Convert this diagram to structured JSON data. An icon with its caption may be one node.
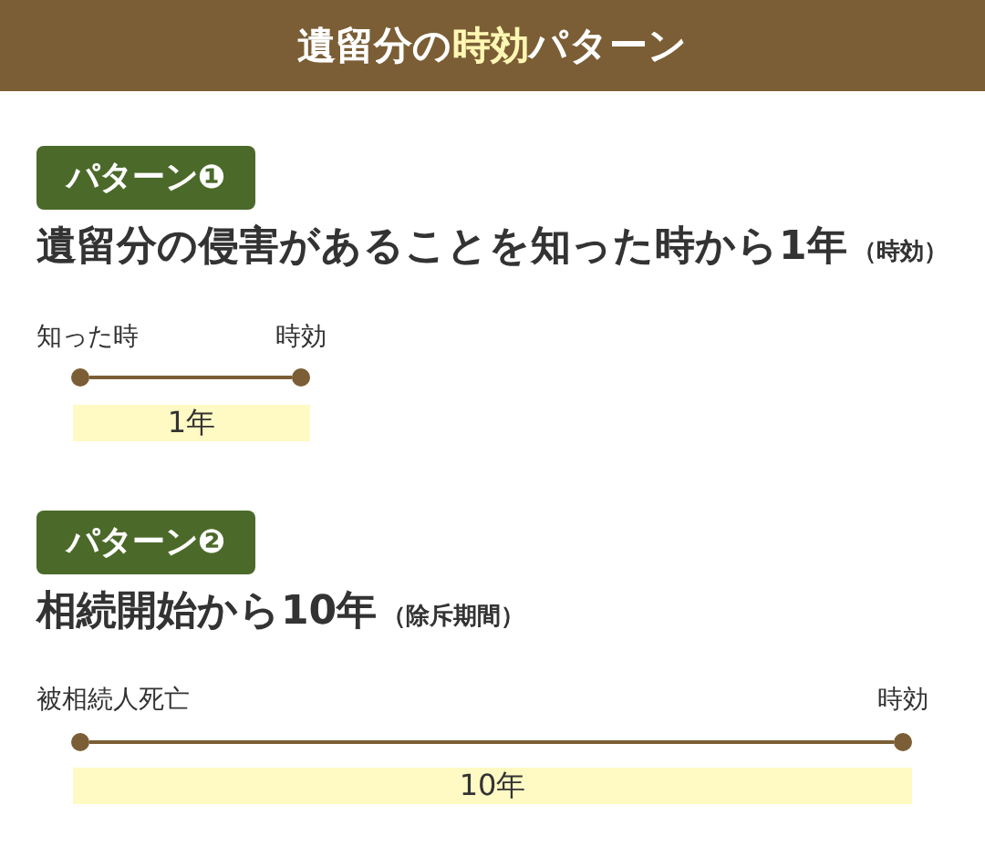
{
  "diagram": {
    "title": "遺留分の**時効**パターン",
    "nodes": [
      {
        "text": [
          "パターン❶"
        ]
      },
      {
        "text": [],
        "shape": "circle",
        "beside": [
          "知った時"
        ]
      },
      {
        "text": [],
        "shape": "circle",
        "beside": [
          "時効"
        ]
      },
      {
        "text": [
          "1年"
        ]
      },
      {
        "text": [
          "パターン❷"
        ]
      },
      {
        "text": [],
        "shape": "circle",
        "beside": [
          "被相続人死亡"
        ]
      },
      {
        "text": [],
        "shape": "circle",
        "beside": [
          "時効"
        ]
      },
      {
        "text": [
          "10年"
        ]
      }
    ],
    "edges": [
      {
        "from": 1,
        "to": 2,
        "arrow": "none"
      },
      {
        "from": 5,
        "to": 6,
        "arrow": "none"
      }
    ],
    "labels": [
      "遺留分の侵害があることを知った時から1年",
      "（時効）",
      "相続開始から10年",
      "（除斥期間）"
    ]
  }
}
